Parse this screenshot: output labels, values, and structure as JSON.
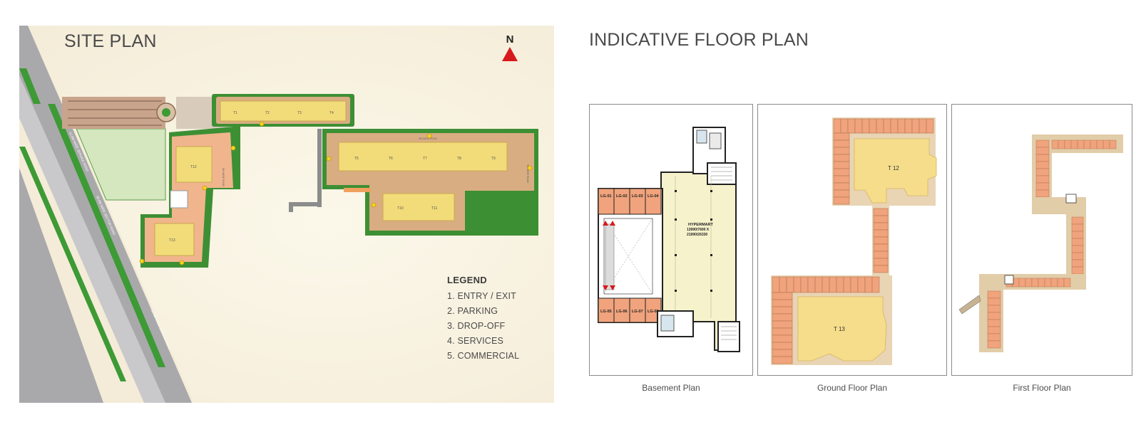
{
  "site_plan": {
    "title": "SITE PLAN",
    "north_label": "N",
    "legend": {
      "title": "LEGEND",
      "items": [
        "1. ENTRY / EXIT",
        "2. PARKING",
        "3. DROP-OFF",
        "4. SERVICES",
        "5. COMMERCIAL"
      ]
    },
    "road_labels": [
      "12.0M WIDE SERVICE ROAD",
      "60.0M WIDE SECTOR ROAD",
      "12.0M WIDE SERVICE ROAD"
    ],
    "internal_road_labels": [
      "9M WIDE ROAD",
      "9M WIDE ROAD",
      "6M WIDE ROAD"
    ],
    "towers": [
      "T1",
      "T2",
      "T3",
      "T4",
      "T5",
      "T6",
      "T7",
      "T8",
      "T9",
      "T10",
      "T11",
      "T12",
      "T13"
    ],
    "colors": {
      "road": "#a7a7aa",
      "grass": "#2f8a2c",
      "building": "#f2dc7a",
      "path": "#d9ad82",
      "north_arrow": "#d8191c"
    }
  },
  "floor_plan": {
    "title": "INDICATIVE FLOOR PLAN",
    "basement": {
      "caption": "Basement Plan",
      "shops_top": [
        "LG-01",
        "LG-02",
        "LG-03",
        "LG-04"
      ],
      "shops_bottom": [
        "LG-05",
        "LG-06",
        "LG-07",
        "LG-08"
      ],
      "hypermart": "HYPERMART",
      "hypermart_dims_1": "13990/7600 X",
      "hypermart_dims_2": "21990/26330"
    },
    "ground": {
      "caption": "Ground Floor Plan",
      "tower_a": "T 12",
      "tower_b": "T 13"
    },
    "first": {
      "caption": "First Floor Plan"
    },
    "colors": {
      "shop": "#f0a37c",
      "hypermart": "#f6f2cb",
      "tower": "#f6dd8c",
      "corridor": "#e9d4b4"
    }
  }
}
